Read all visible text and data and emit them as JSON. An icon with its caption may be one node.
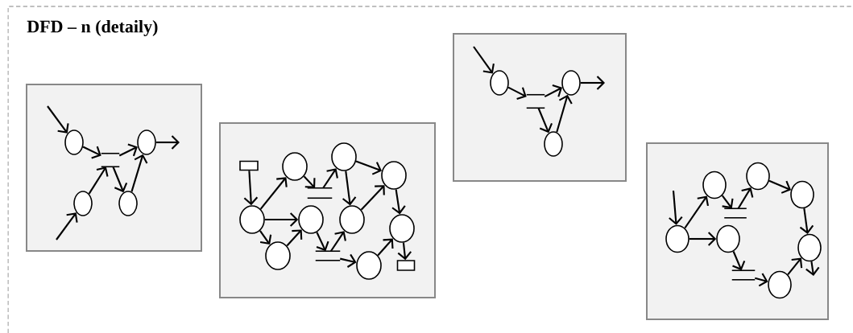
{
  "diagram": {
    "title": "DFD – n (detaily)",
    "nodes": [
      {
        "text": [],
        "shape": "box"
      },
      {
        "text": [],
        "shape": "circle",
        "in": 0
      },
      {
        "text": [],
        "shape": "circle",
        "in": 0
      },
      {
        "text": [],
        "shape": "store",
        "in": 0
      },
      {
        "text": [],
        "shape": "circle",
        "in": 0
      },
      {
        "text": [],
        "shape": "circle",
        "in": 0
      },
      {
        "text": [],
        "shape": "box"
      },
      {
        "text": [],
        "shape": "rectangle",
        "in": 6
      },
      {
        "text": [],
        "shape": "circle",
        "in": 6
      },
      {
        "text": [],
        "shape": "circle",
        "in": 6
      },
      {
        "text": [],
        "shape": "circle",
        "in": 6
      },
      {
        "text": [],
        "shape": "store",
        "in": 6
      },
      {
        "text": [],
        "shape": "circle",
        "in": 6
      },
      {
        "text": [],
        "shape": "circle",
        "in": 6
      },
      {
        "text": [],
        "shape": "circle",
        "in": 6
      },
      {
        "text": [],
        "shape": "circle",
        "in": 6
      },
      {
        "text": [],
        "shape": "circle",
        "in": 6
      },
      {
        "text": [],
        "shape": "store",
        "in": 6
      },
      {
        "text": [],
        "shape": "circle",
        "in": 6
      },
      {
        "text": [],
        "shape": "rectangle",
        "in": 6
      },
      {
        "text": [],
        "shape": "box"
      },
      {
        "text": [],
        "shape": "circle",
        "in": 20
      },
      {
        "text": [],
        "shape": "circle",
        "in": 20
      },
      {
        "text": [],
        "shape": "store",
        "in": 20
      },
      {
        "text": [],
        "shape": "circle",
        "in": 20
      },
      {
        "text": [],
        "shape": "box"
      },
      {
        "text": [],
        "shape": "circle",
        "in": 25
      },
      {
        "text": [],
        "shape": "circle",
        "in": 25
      },
      {
        "text": [],
        "shape": "circle",
        "in": 25
      },
      {
        "text": [],
        "shape": "store",
        "in": 25
      },
      {
        "text": [],
        "shape": "circle",
        "in": 25
      },
      {
        "text": [],
        "shape": "circle",
        "in": 25
      },
      {
        "text": [],
        "shape": "circle",
        "in": 25
      },
      {
        "text": [],
        "shape": "store",
        "in": 25
      },
      {
        "text": [],
        "shape": "circle",
        "in": 25
      }
    ],
    "edges": [
      {
        "from": null,
        "to": 1,
        "arrow": "to"
      },
      {
        "from": 1,
        "to": 3,
        "arrow": "to"
      },
      {
        "from": 3,
        "to": 2,
        "arrow": "to"
      },
      {
        "from": 4,
        "to": 3,
        "arrow": "to"
      },
      {
        "from": 3,
        "to": 5,
        "arrow": "to"
      },
      {
        "from": 5,
        "to": 2,
        "arrow": "to"
      },
      {
        "from": 2,
        "to": null,
        "arrow": "to"
      },
      {
        "from": null,
        "to": 4,
        "arrow": "to"
      },
      {
        "from": 7,
        "to": 12,
        "arrow": "to"
      },
      {
        "from": 12,
        "to": 8,
        "arrow": "to"
      },
      {
        "from": 12,
        "to": 13,
        "arrow": "to"
      },
      {
        "from": 12,
        "to": 16,
        "arrow": "to"
      },
      {
        "from": 8,
        "to": 11,
        "arrow": "to"
      },
      {
        "from": 11,
        "to": 9,
        "arrow": "to"
      },
      {
        "from": 9,
        "to": 14,
        "arrow": "to"
      },
      {
        "from": 9,
        "to": 10,
        "arrow": "to"
      },
      {
        "from": 10,
        "to": 15,
        "arrow": "to"
      },
      {
        "from": 14,
        "to": 10,
        "arrow": "to"
      },
      {
        "from": 16,
        "to": 13,
        "arrow": "to"
      },
      {
        "from": 13,
        "to": 17,
        "arrow": "to"
      },
      {
        "from": 17,
        "to": 14,
        "arrow": "to"
      },
      {
        "from": 17,
        "to": 18,
        "arrow": "to"
      },
      {
        "from": 18,
        "to": 15,
        "arrow": "to"
      },
      {
        "from": 15,
        "to": 19,
        "arrow": "to"
      },
      {
        "from": null,
        "to": 21,
        "arrow": "to"
      },
      {
        "from": 21,
        "to": 23,
        "arrow": "to"
      },
      {
        "from": 23,
        "to": 22,
        "arrow": "to"
      },
      {
        "from": 23,
        "to": 24,
        "arrow": "to"
      },
      {
        "from": 24,
        "to": 22,
        "arrow": "to"
      },
      {
        "from": 22,
        "to": null,
        "arrow": "to"
      },
      {
        "from": null,
        "to": 30,
        "arrow": "to"
      },
      {
        "from": 30,
        "to": 27,
        "arrow": "to"
      },
      {
        "from": 30,
        "to": 31,
        "arrow": "to"
      },
      {
        "from": 27,
        "to": 29,
        "arrow": "to"
      },
      {
        "from": 29,
        "to": 26,
        "arrow": "to"
      },
      {
        "from": 26,
        "to": 28,
        "arrow": "to"
      },
      {
        "from": 28,
        "to": 32,
        "arrow": "to"
      },
      {
        "from": 31,
        "to": 33,
        "arrow": "to"
      },
      {
        "from": 33,
        "to": 34,
        "arrow": "to"
      },
      {
        "from": 34,
        "to": 32,
        "arrow": "to"
      },
      {
        "from": 32,
        "to": null,
        "arrow": "to"
      }
    ]
  }
}
